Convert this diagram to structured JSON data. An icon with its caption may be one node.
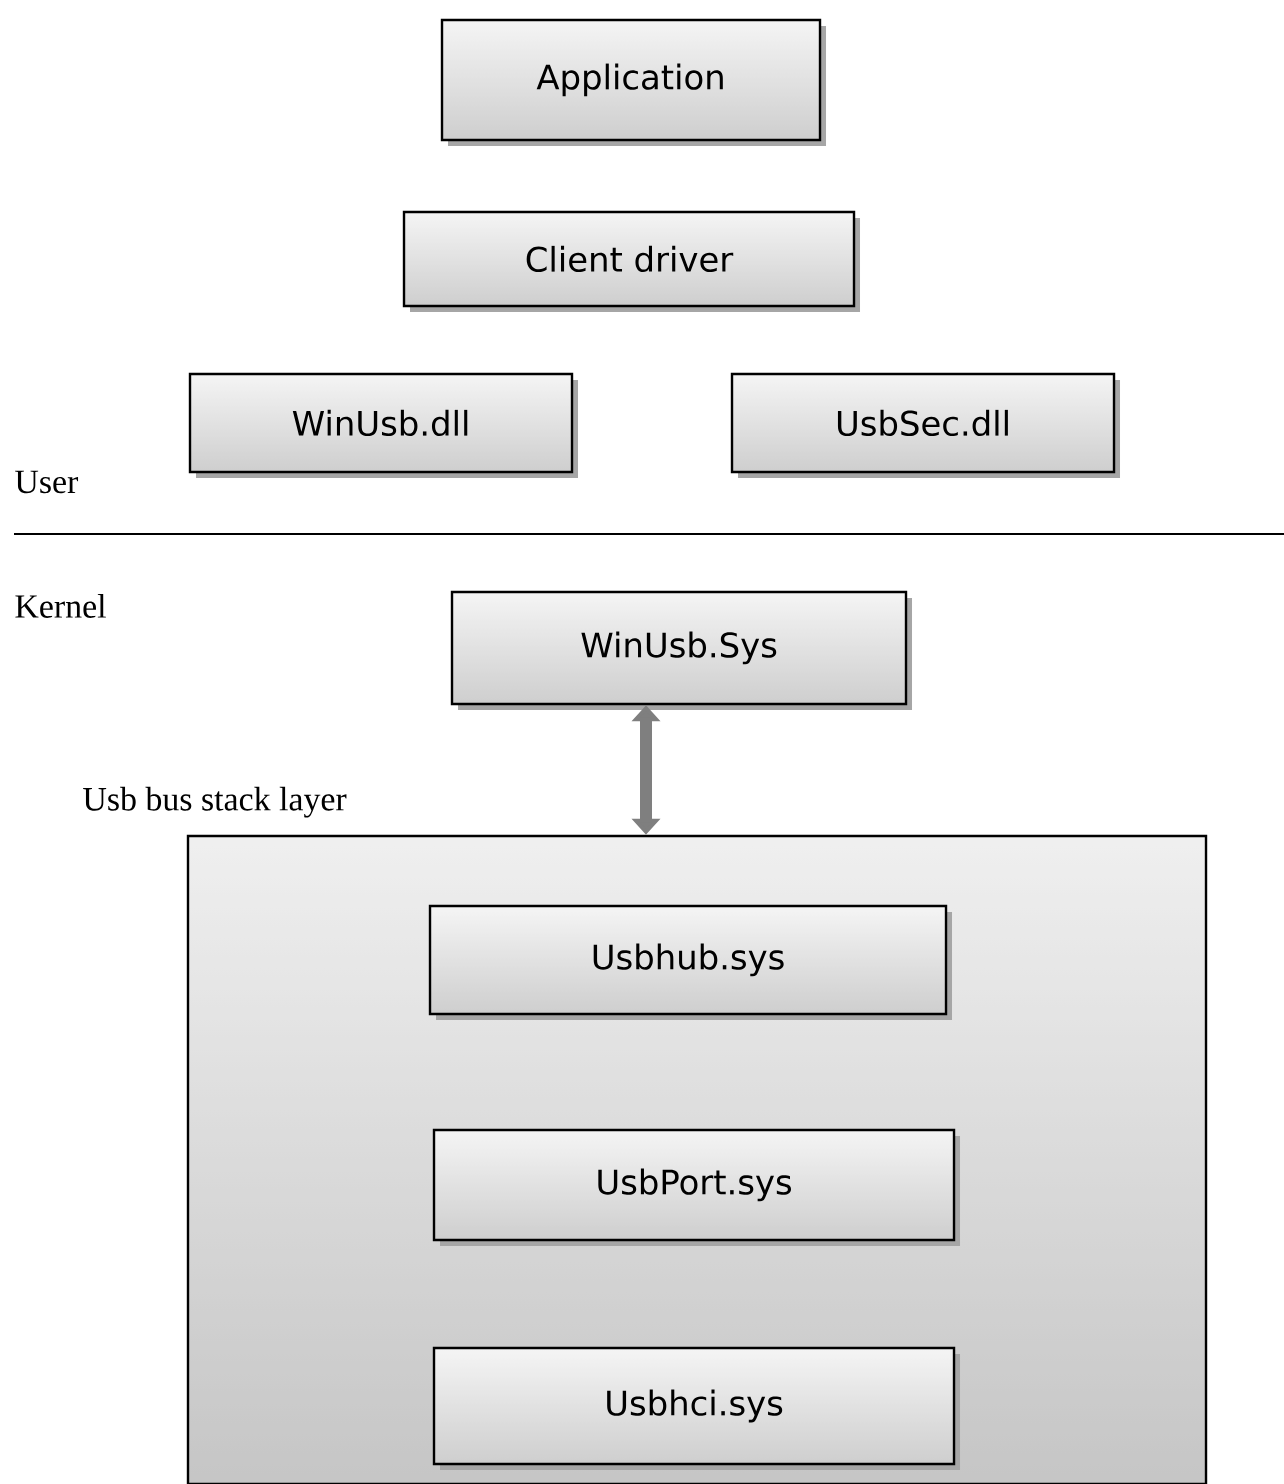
{
  "diagram": {
    "nodes": [
      {
        "text": [
          "Application"
        ]
      },
      {
        "text": [
          "Client driver"
        ]
      },
      {
        "text": [
          "WinUsb.dll"
        ]
      },
      {
        "text": [
          "UsbSec.dll"
        ]
      },
      {
        "text": [
          "WinUsb.Sys"
        ]
      },
      {
        "text": [
          "Usb bus stack layer"
        ]
      },
      {
        "text": [
          "Usbhub.sys"
        ],
        "in": 5
      },
      {
        "text": [
          "UsbPort.sys"
        ],
        "in": 5
      },
      {
        "text": [
          "Usbhci.sys"
        ],
        "in": 5
      }
    ],
    "edges": [
      {
        "from": 4,
        "to": 5,
        "arrow": "both"
      }
    ],
    "labels": [
      "User",
      "Kernel"
    ]
  }
}
